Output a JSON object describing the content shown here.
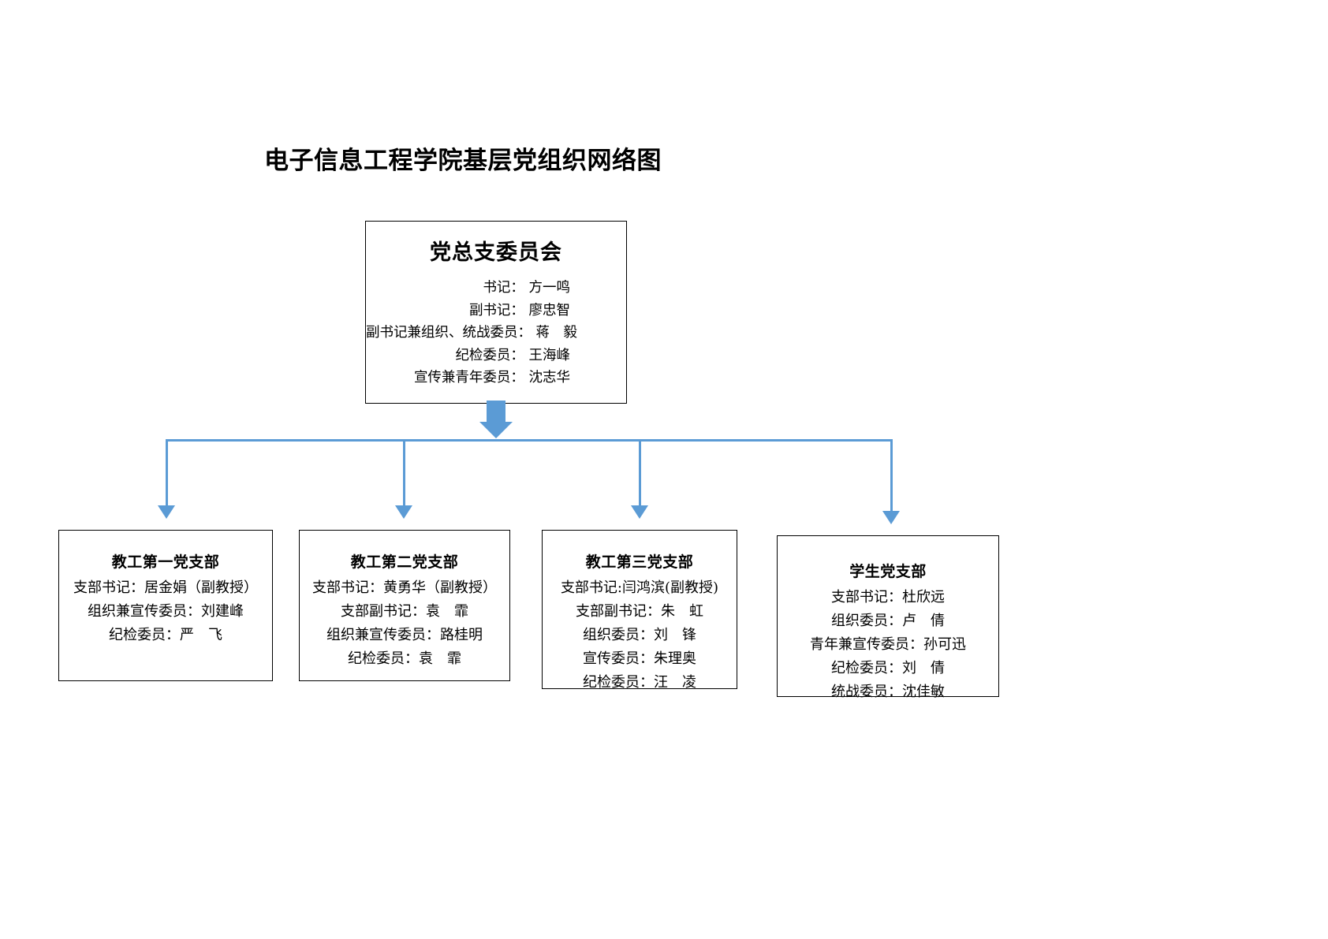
{
  "title": "电子信息工程学院基层党组织网络图",
  "colors": {
    "connector": "#5B9BD5",
    "border": "#000000",
    "text": "#000000",
    "background": "#FFFFFF"
  },
  "root": {
    "heading": "党总支委员会",
    "lines": [
      "书记： 方一鸣",
      "副书记： 廖忠智",
      "副书记兼组织、统战委员： 蒋　毅",
      "纪检委员： 王海峰",
      "宣传兼青年委员： 沈志华"
    ]
  },
  "branches": [
    {
      "heading": "教工第一党支部",
      "lines": [
        "支部书记：居金娟（副教授）",
        "组织兼宣传委员：刘建峰",
        "纪检委员：严　飞"
      ]
    },
    {
      "heading": "教工第二党支部",
      "lines": [
        "支部书记：黄勇华（副教授）",
        "支部副书记：袁　霏",
        "组织兼宣传委员：路桂明",
        "纪检委员：袁　霏"
      ]
    },
    {
      "heading": "教工第三党支部",
      "lines": [
        "支部书记:闫鸿滨(副教授)",
        "支部副书记：朱　虹",
        "组织委员：刘　锋",
        "宣传委员：朱理奥",
        "纪检委员：汪　凌"
      ]
    },
    {
      "heading": "学生党支部",
      "lines": [
        "支部书记：杜欣远",
        "组织委员：卢　倩",
        "青年兼宣传委员：孙可迅",
        "纪检委员：刘　倩",
        "统战委员：沈佳敏"
      ]
    }
  ]
}
